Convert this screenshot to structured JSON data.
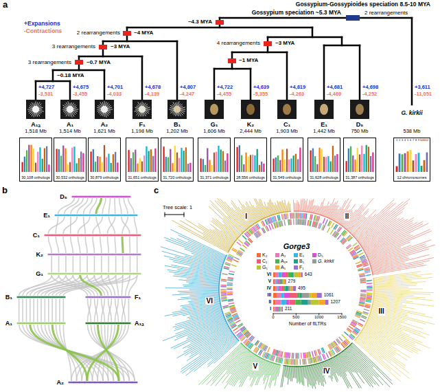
{
  "diagram": {
    "nodes": [
      {
        "text": [
          "30,108 orthologs"
        ]
      },
      {
        "text": [
          "30,532 orthologs"
        ]
      },
      {
        "text": [
          "30,879 orthologs"
        ]
      },
      {
        "text": [
          "31,651 orthologs"
        ]
      },
      {
        "text": [
          "31,720 orthologs"
        ]
      },
      {
        "text": [
          "31,371 orthologs"
        ]
      },
      {
        "text": [
          "28,556 orthologs"
        ]
      },
      {
        "text": [
          "31,549 orthologs"
        ]
      },
      {
        "text": [
          "31,628 orthologs"
        ]
      },
      {
        "text": [
          "31,387 orthologs"
        ]
      },
      {
        "text": [
          "12 chromosomes"
        ]
      }
    ],
    "labels": [
      "a",
      "Gossypium-Gossypioides speciation 8.5-10 MYA",
      "Gossypium speciation ~5.3 MYA",
      "2 rearrangements",
      "~4.3 MYA",
      "2 rearrangements",
      "~4 MYA",
      "3 rearrangements",
      "~3 MYA",
      "3 rearrangements",
      "~0.7 MYA",
      "~0.18 MYA",
      "4 rearrangements",
      "~3 MYA",
      "~1 MYA",
      "+Expansions",
      "-Contractions",
      "+4,727",
      "-3,531",
      "A₁ₐ",
      "1,518 Mb",
      "+4,675",
      "-3,455",
      "A₁",
      "1,514 Mb",
      "+4,701",
      "-4,033",
      "A₂",
      "1,621 Mb",
      "+4,678",
      "-4,139",
      "F₁",
      "1,198 Mb",
      "+4,807",
      "-4,247",
      "B₁",
      "1,202 Mb",
      "+4,722",
      "-4,455",
      "G₁",
      "1,606 Mb",
      "+4,639",
      "-5,355",
      "K₂",
      "2,444 Mb",
      "+4,819",
      "-4,263",
      "C₁",
      "1,903 Mb",
      "+4,681",
      "-4,469",
      "E₁",
      "1,442 Mb",
      "+4,698",
      "-4,252",
      "D₅",
      "750 Mb",
      "+3,611",
      "-11,051",
      "G. kirkii",
      "538 Mb",
      "1",
      "2",
      "3",
      "4",
      "5",
      "6",
      "7",
      "8",
      "9",
      "10",
      "11",
      "12",
      "b",
      "D₅",
      "E₁",
      "C₁",
      "K₂",
      "G₁",
      "B₁",
      "F₁",
      "A₁",
      "A₁ₐ",
      "A₂",
      "c",
      "Gorge3",
      "Tree scale: 1",
      "I",
      "II",
      "III",
      "IV",
      "V",
      "VI",
      "VI",
      "V",
      "IV",
      "III",
      "II",
      "I",
      "643",
      "279",
      "495",
      "1061",
      "1207",
      "211",
      "0",
      "500",
      "1000",
      "1500",
      "Number of flLTRs"
    ],
    "legend": [
      {
        "text": "K₂",
        "color": "#f26b3a"
      },
      {
        "text": "A₂",
        "color": "#e87bb4"
      },
      {
        "text": "E₁",
        "color": "#3ab6e6"
      },
      {
        "text": "D₅",
        "color": "#d64fd6"
      },
      {
        "text": "C₁",
        "color": "#f05a78"
      },
      {
        "text": "A₁ₐ",
        "color": "#49b649"
      },
      {
        "text": "B₁",
        "color": "#1f9e89"
      },
      {
        "text": "G. kirkii",
        "color": "#9a9a9a"
      },
      {
        "text": "G₁",
        "color": "#b5c935"
      },
      {
        "text": "A₁",
        "color": "#f5a623"
      },
      {
        "text": "F₁",
        "color": "#9b6fd1"
      }
    ]
  }
}
